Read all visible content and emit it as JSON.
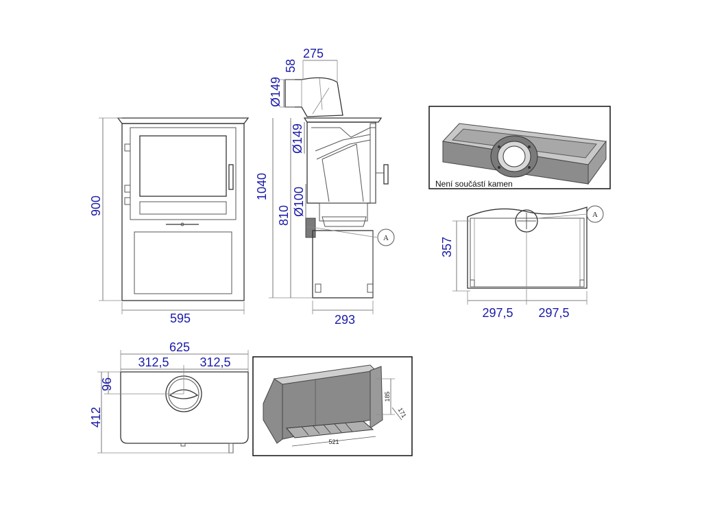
{
  "front_view": {
    "height_label": "900",
    "width_label": "595"
  },
  "side_view": {
    "flue_offset_label": "275",
    "flue_small_label": "58",
    "flue_diameter_top_label": "Ø149",
    "flue_diameter_side_label": "Ø149",
    "total_height_label": "1040",
    "connection_height_label": "810",
    "air_inlet_label": "Ø100",
    "depth_label": "293",
    "callout_label": "A"
  },
  "top_view": {
    "total_width_label": "625",
    "half_left_label": "312,5",
    "half_right_label": "312,5",
    "flue_from_back_label": "96",
    "depth_label": "412"
  },
  "firebox_detail": {
    "height_label": "185",
    "depth_label": "171",
    "width_label": "521"
  },
  "stone_panel": {
    "caption": "Není součástí kamen"
  },
  "back_view": {
    "height_label": "357",
    "half_left_label": "297,5",
    "half_right_label": "297,5",
    "callout_label": "A"
  }
}
